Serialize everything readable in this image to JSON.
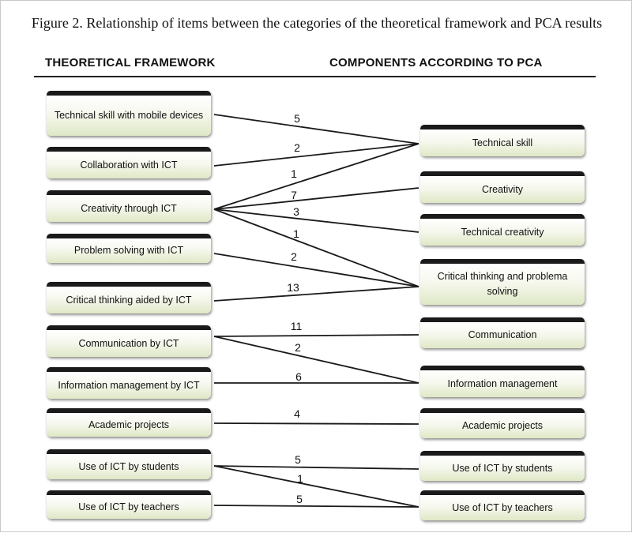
{
  "caption": "Figure 2. Relationship of items between the categories of the theoretical framework and PCA results",
  "headers": {
    "left": "THEORETICAL FRAMEWORK",
    "right": "COMPONENTS ACCORDING TO PCA"
  },
  "framework": [
    "Technical skill with mobile devices",
    "Collaboration with ICT",
    "Creativity through ICT",
    "Problem solving with ICT",
    "Critical thinking aided by ICT",
    "Communication by ICT",
    "Information management by ICT",
    "Academic projects",
    "Use of ICT by students",
    "Use of ICT by teachers"
  ],
  "components": [
    "Technical skill",
    "Creativity",
    "Technical creativity",
    "Critical thinking and problema solving",
    "Communication",
    "Information management",
    "Academic projects",
    "Use of ICT by students",
    "Use of ICT by teachers"
  ],
  "relationships": [
    {
      "from": "Technical skill with mobile devices",
      "to": "Technical skill",
      "items": "5"
    },
    {
      "from": "Collaboration with ICT",
      "to": "Technical skill",
      "items": "2"
    },
    {
      "from": "Creativity through ICT",
      "to": "Technical skill",
      "items": "1"
    },
    {
      "from": "Creativity through ICT",
      "to": "Creativity",
      "items": "7"
    },
    {
      "from": "Creativity through ICT",
      "to": "Technical creativity",
      "items": "3"
    },
    {
      "from": "Creativity through ICT",
      "to": "Critical thinking and problema solving",
      "items": "1"
    },
    {
      "from": "Problem solving with ICT",
      "to": "Critical thinking and problema solving",
      "items": "2"
    },
    {
      "from": "Critical thinking aided by ICT",
      "to": "Critical thinking and problema solving",
      "items": "13"
    },
    {
      "from": "Communication by ICT",
      "to": "Communication",
      "items": "11"
    },
    {
      "from": "Communication by ICT",
      "to": "Information management",
      "items": "2"
    },
    {
      "from": "Information management by ICT",
      "to": "Information management",
      "items": "6"
    },
    {
      "from": "Academic projects",
      "to": "Academic projects",
      "items": "4"
    },
    {
      "from": "Use of ICT by students",
      "to": "Use of ICT by students",
      "items": "5"
    },
    {
      "from": "Use of ICT by students",
      "to": "Use of ICT by teachers",
      "items": "1"
    },
    {
      "from": "Use of ICT by teachers",
      "to": "Use of ICT by teachers",
      "items": "5"
    }
  ]
}
